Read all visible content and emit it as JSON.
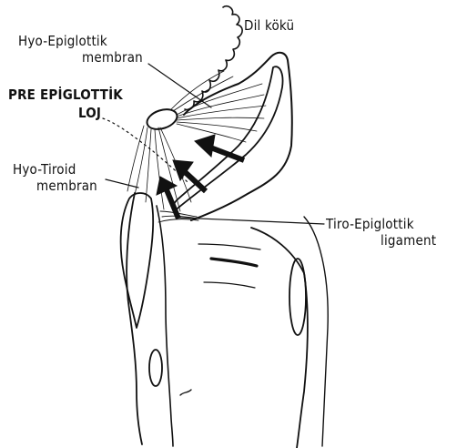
{
  "labels": {
    "dil_koku": "Dil kökü",
    "hyo_epiglottik_line1": "Hyo-Epiglottik",
    "hyo_epiglottik_line2": "membran",
    "pre_epiglottik_line1": "PRE EPİGLOTTİK",
    "pre_epiglottik_line2": "LOJ",
    "hyo_tiroid_line1": "Hyo-Tiroid",
    "hyo_tiroid_line2": "membran",
    "tiro_epiglottik_line1": "Tiro-Epiglottik",
    "tiro_epiglottik_line2": "ligament"
  },
  "colors": {
    "ink": "#111111",
    "paper": "#ffffff"
  }
}
